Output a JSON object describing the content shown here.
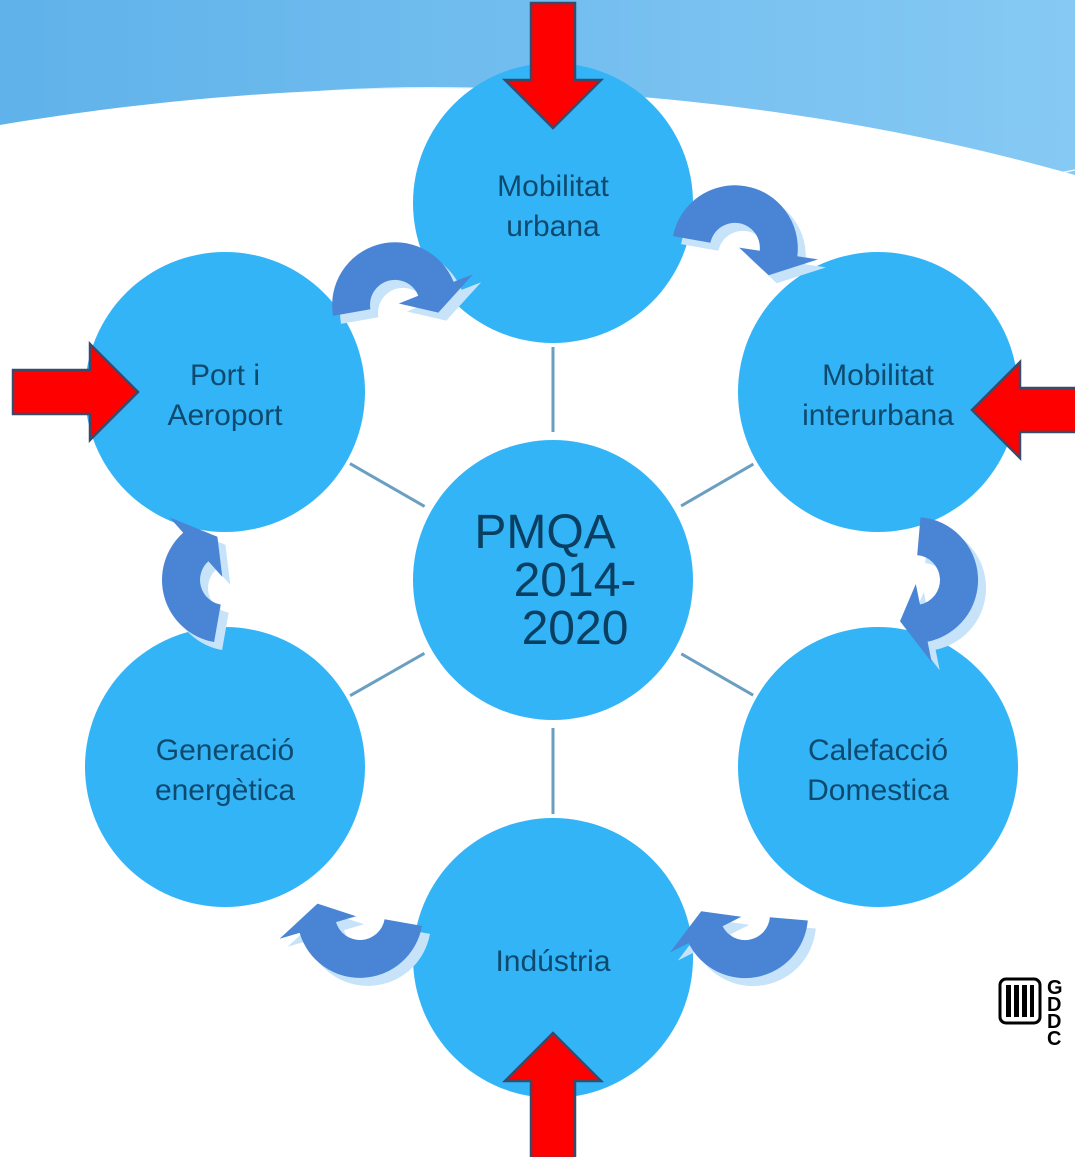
{
  "diagram": {
    "center": {
      "lines": [
        "PMQA",
        "2014-",
        "2020"
      ]
    },
    "nodes": [
      {
        "id": "mobilitat-urbana",
        "lines": [
          "Mobilitat",
          "urbana"
        ]
      },
      {
        "id": "mobilitat-interurbana",
        "lines": [
          "Mobilitat",
          "interurbana"
        ]
      },
      {
        "id": "calefaccio-domestica",
        "lines": [
          "Calefacció",
          "Domestica"
        ]
      },
      {
        "id": "industria",
        "lines": [
          "Indústria"
        ]
      },
      {
        "id": "generacio-energetica",
        "lines": [
          "Generació",
          "energètica"
        ]
      },
      {
        "id": "port-aeroport",
        "lines": [
          "Port i",
          "Aeroport"
        ]
      }
    ],
    "input_arrows": [
      "mobilitat-urbana",
      "mobilitat-interurbana",
      "industria",
      "port-aeroport"
    ]
  },
  "colors": {
    "circle": "#33b4f7",
    "cycle_arrow": "#4a85d5",
    "cycle_arrow_shadow": "#c6e3fa",
    "input_arrow": "#ff0000",
    "spoke": "#6a9fc2",
    "text": "#0e4a6e",
    "header": "#67b8ef"
  },
  "logo": {
    "name": "generalitat-logo",
    "visible_fragment": [
      "G",
      "D",
      "D",
      "C"
    ]
  }
}
